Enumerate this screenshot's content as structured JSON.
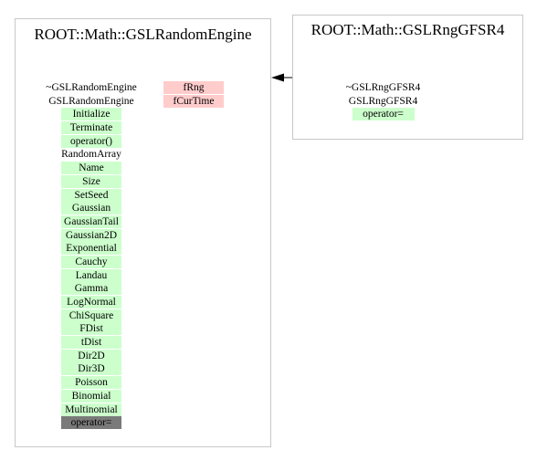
{
  "classes": {
    "engine": {
      "title": "ROOT::Math::GSLRandomEngine",
      "methods": [
        {
          "label": "~GSLRandomEngine",
          "access": "plain"
        },
        {
          "label": "GSLRandomEngine",
          "access": "plain"
        },
        {
          "label": "Initialize",
          "access": "public"
        },
        {
          "label": "Terminate",
          "access": "public"
        },
        {
          "label": "operator()",
          "access": "public"
        },
        {
          "label": "RandomArray",
          "access": "plain"
        },
        {
          "label": "Name",
          "access": "public"
        },
        {
          "label": "Size",
          "access": "public"
        },
        {
          "label": "SetSeed",
          "access": "public"
        },
        {
          "label": "Gaussian",
          "access": "public"
        },
        {
          "label": "GaussianTail",
          "access": "public"
        },
        {
          "label": "Gaussian2D",
          "access": "public"
        },
        {
          "label": "Exponential",
          "access": "public"
        },
        {
          "label": "Cauchy",
          "access": "public"
        },
        {
          "label": "Landau",
          "access": "public"
        },
        {
          "label": "Gamma",
          "access": "public"
        },
        {
          "label": "LogNormal",
          "access": "public"
        },
        {
          "label": "ChiSquare",
          "access": "public"
        },
        {
          "label": "FDist",
          "access": "public"
        },
        {
          "label": "tDist",
          "access": "public"
        },
        {
          "label": "Dir2D",
          "access": "public"
        },
        {
          "label": "Dir3D",
          "access": "public"
        },
        {
          "label": "Poisson",
          "access": "public"
        },
        {
          "label": "Binomial",
          "access": "public"
        },
        {
          "label": "Multinomial",
          "access": "public"
        },
        {
          "label": "operator=",
          "access": "private"
        }
      ],
      "fields": [
        {
          "label": "fRng"
        },
        {
          "label": "fCurTime"
        }
      ]
    },
    "gfsr4": {
      "title": "ROOT::Math::GSLRngGFSR4",
      "methods": [
        {
          "label": "~GSLRngGFSR4",
          "access": "plain"
        },
        {
          "label": "GSLRngGFSR4",
          "access": "plain"
        },
        {
          "label": "operator=",
          "access": "public"
        }
      ]
    }
  },
  "colors": {
    "public_method_bg": "#ccffcc",
    "private_method_bg": "#7a7a7a",
    "field_bg": "#ffcccc",
    "box_border": "#c8c8c8",
    "arrow": "#000000"
  }
}
